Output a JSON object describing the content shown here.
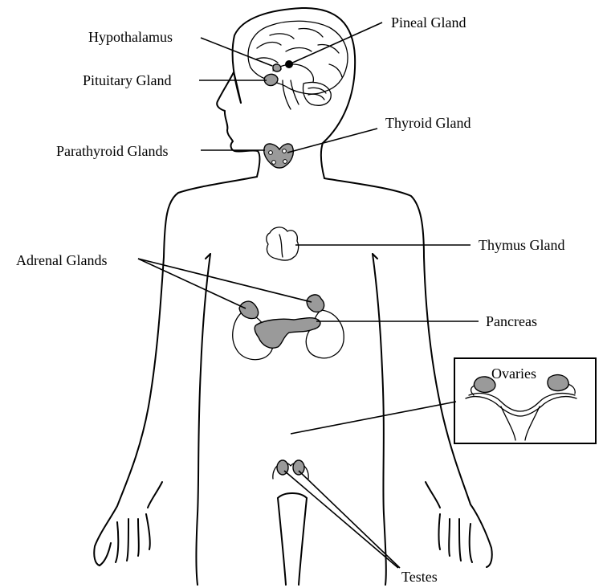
{
  "labels": {
    "hypothalamus": "Hypothalamus",
    "pineal": "Pineal Gland",
    "pituitary": "Pituitary Gland",
    "thyroid": "Thyroid Gland",
    "parathyroid": "Parathyroid Glands",
    "thymus": "Thymus Gland",
    "adrenal": "Adrenal Glands",
    "pancreas": "Pancreas",
    "ovaries": "Ovaries",
    "testes": "Testes"
  },
  "colors": {
    "gland_fill": "#9a9a9a",
    "outline": "#000000",
    "background": "#ffffff"
  }
}
